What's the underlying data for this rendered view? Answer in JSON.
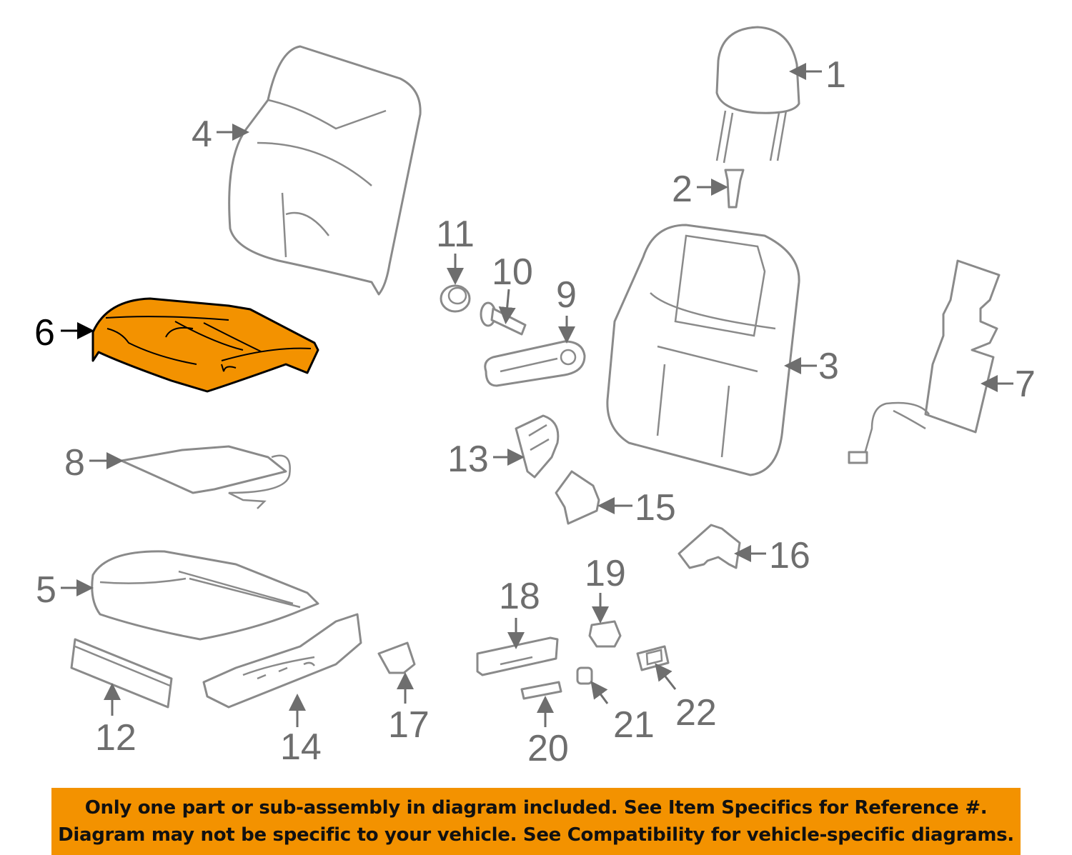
{
  "diagram": {
    "selected_part": "6",
    "highlight_color": "#F39200",
    "callouts": [
      "1",
      "2",
      "3",
      "4",
      "5",
      "6",
      "7",
      "8",
      "9",
      "10",
      "11",
      "12",
      "13",
      "14",
      "15",
      "16",
      "17",
      "18",
      "19",
      "20",
      "21",
      "22"
    ]
  },
  "banner": {
    "line1": "Only one part or sub-assembly in diagram included. See Item Specifics for Reference #.",
    "line2": "Diagram may not be specific to your vehicle. See Compatibility for vehicle-specific diagrams."
  }
}
